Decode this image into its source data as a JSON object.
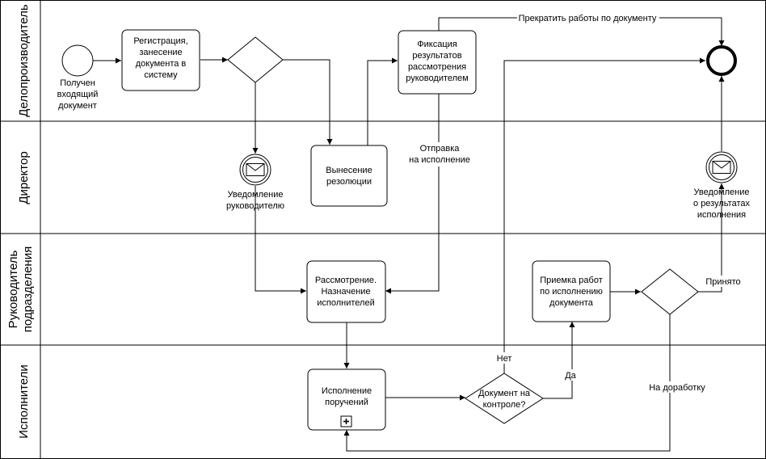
{
  "lanes": [
    {
      "id": "clerk",
      "title": [
        "Делопроизводитель"
      ]
    },
    {
      "id": "director",
      "title": [
        "Директор"
      ]
    },
    {
      "id": "head",
      "title": [
        "Руководитель",
        "подразделения"
      ]
    },
    {
      "id": "executors",
      "title": [
        "Исполнители"
      ]
    }
  ],
  "start_event": {
    "label": [
      "Получен",
      "входящий",
      "документ"
    ]
  },
  "end_event": {
    "label": []
  },
  "tasks": [
    {
      "id": "registration",
      "text": [
        "Регистрация,",
        "занесение",
        "документа в",
        "систему"
      ]
    },
    {
      "id": "fixation",
      "text": [
        "Фиксация",
        "результатов",
        "рассмотрения",
        "руководителем"
      ]
    },
    {
      "id": "resolution",
      "text": [
        "Вынесение",
        "резолюции"
      ]
    },
    {
      "id": "review",
      "text": [
        "Рассмотрение.",
        "Назначение",
        "исполнителей"
      ]
    },
    {
      "id": "acceptance",
      "text": [
        "Приемка работ",
        "по исполнению",
        "документа"
      ]
    },
    {
      "id": "execution",
      "text": [
        "Исполнение",
        "поручений"
      ]
    }
  ],
  "gateways": [
    {
      "id": "gw_clerk",
      "text": []
    },
    {
      "id": "gw_control",
      "text": [
        "Документ на",
        "контроле?"
      ]
    },
    {
      "id": "gw_accept",
      "text": []
    }
  ],
  "message_events": [
    {
      "id": "notify_head",
      "label": [
        "Уведомление",
        "руководителю"
      ]
    },
    {
      "id": "notify_results",
      "label": [
        "Уведомление",
        "о результатах",
        "исполнения"
      ]
    }
  ],
  "flow_labels": {
    "stop": "Прекратить работы по документу",
    "send": [
      "Отправка",
      "на исполнение"
    ],
    "no": "Нет",
    "yes": "Да",
    "accepted": "Принято",
    "rework": "На доработку"
  }
}
